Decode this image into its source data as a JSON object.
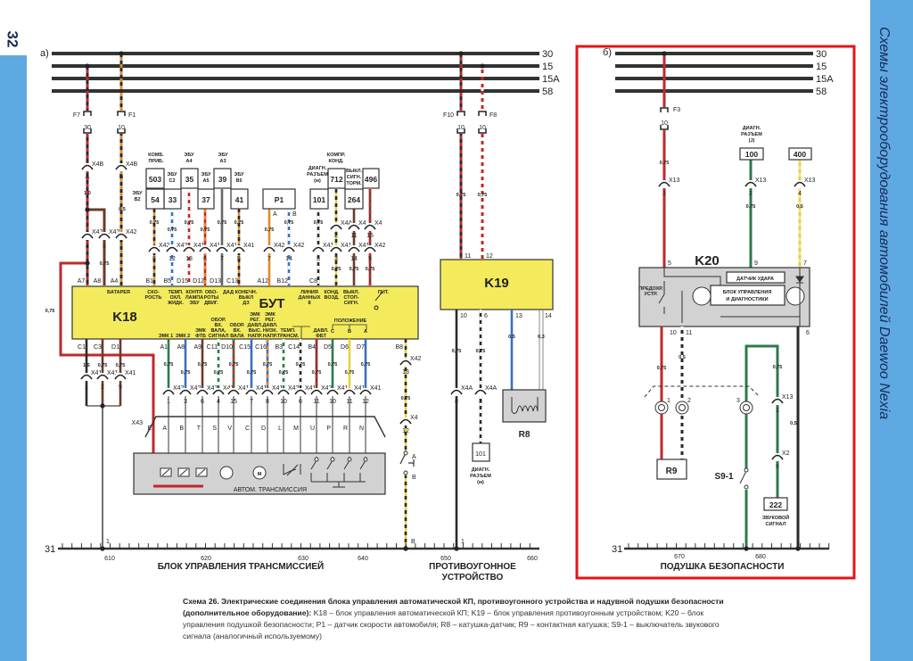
{
  "page": {
    "number": "32",
    "side_title": "Схемы электрооборудования автомобилей Daewoo Nexia"
  },
  "colors": {
    "red": "#c0282a",
    "dark": "#2a2a2a",
    "orange": "#e08a2a",
    "yellow": "#e6d23c",
    "blue": "#3a6fc0",
    "green": "#2f7a4a",
    "brown": "#6b3a2a",
    "k18_fill": "#f3eb5c",
    "gray_fill": "#d2d2d2",
    "frame": "#e3141b"
  },
  "a": {
    "marker": "а)",
    "buses": [
      "30",
      "15",
      "15А",
      "58"
    ],
    "ground": "31",
    "ground_ticks": [
      "610",
      "620",
      "630",
      "640",
      "650",
      "660"
    ],
    "fuses": [
      {
        "id": "F7",
        "rating": "30"
      },
      {
        "id": "F1",
        "rating": "10"
      },
      {
        "id": "F10",
        "rating": "10"
      },
      {
        "id": "F8",
        "rating": "10"
      }
    ],
    "x4b": [
      {
        "conn": "X4B",
        "pin": "A",
        "size": "1,0"
      },
      {
        "conn": "X4B",
        "pin": "B",
        "size": "0,5"
      }
    ],
    "x42_top": [
      {
        "conn": "X42",
        "pin": "4"
      },
      {
        "conn": "X42",
        "pin": "5",
        "size": "0,75"
      },
      {
        "conn": "X42",
        "pin": "2"
      }
    ],
    "modules": [
      {
        "id": "503",
        "cap": [
          "КОМБ.",
          "ПРИБ."
        ]
      },
      {
        "id": "33",
        "cap": [
          "ЭБУ",
          "С2"
        ]
      },
      {
        "id": "35",
        "cap": [
          "ЭБУ",
          "А4"
        ]
      },
      {
        "id": "37",
        "cap": [
          "ЭБУ",
          "А5"
        ]
      },
      {
        "id": "39",
        "cap": [
          "ЭБУ",
          "А3"
        ]
      },
      {
        "id": "41",
        "cap": [
          "ЭБУ",
          "В5"
        ]
      },
      {
        "id": "54",
        "cap": [
          "ЭБУ",
          "В2"
        ]
      },
      {
        "id": "P1",
        "cap": [
          "A",
          "B"
        ]
      },
      {
        "id": "101",
        "cap": [
          "ДИАГН.",
          "РАЗЪЕМ",
          "(м)"
        ]
      },
      {
        "id": "712",
        "cap": [
          "КОМПР.",
          "КОНД."
        ]
      },
      {
        "id": "264",
        "cap": [
          "ВЫКЛ.",
          "СИГН.",
          "ТОРМ."
        ]
      },
      {
        "id": "496",
        "cap": []
      }
    ],
    "top_wires": [
      {
        "size": "0,75",
        "conn": "X42",
        "pin": "8",
        "k18": "B1",
        "fn": [
          "СКО-",
          "РОСТЬ"
        ]
      },
      {
        "size": "0,75",
        "conn": "X42",
        "pin": "12",
        "k18": "B5",
        "fn": [
          "ТЕМП.",
          "ОХЛ.",
          "ЖИДК."
        ]
      },
      {
        "size": "0,75",
        "conn": "X41",
        "pin": "18",
        "k18": "D15",
        "fn": [
          "КОНТР.",
          "ЛАМПА",
          "ЭБУ"
        ]
      },
      {
        "size": "0,75",
        "conn": "X41",
        "pin": "6",
        "k18": "D12",
        "fn": [
          "ОБО-",
          "РОТЫ",
          "ДВИГ."
        ]
      },
      {
        "size": "0,75",
        "conn": "X41",
        "pin": "7",
        "k18": "D13",
        "fn": [
          "ДАД"
        ]
      },
      {
        "size": "0,75",
        "conn": "X41",
        "pin": "5",
        "k18": "C13",
        "fn": [
          "КОНЕЧН.",
          "ВЫКЛ",
          "ДЗ"
        ]
      },
      {
        "size": "0,75",
        "conn": "X42",
        "pin": "7",
        "k18": "A12",
        "fn": []
      },
      {
        "size": "0,75",
        "conn": "X42",
        "pin": "14",
        "k18": "B12",
        "fn": []
      },
      {
        "size": "0,75",
        "conn": "X41",
        "pin": "3",
        "k18": "C8",
        "fn": [
          "ЛИНИЯ",
          "ДАННЫХ",
          "8"
        ]
      },
      {
        "size": "0,75",
        "conn": "X41",
        "pin": "3",
        "conn2": "X4A",
        "pin2": "2",
        "fn": [
          "КОНД.",
          "ВОЗД."
        ]
      },
      {
        "size": "0,75",
        "conn": "X41",
        "pin": "14",
        "conn2": "X4",
        "pin2": "11",
        "fn": [
          "ВЫКЛ.",
          "СТОП-",
          "СИГН."
        ]
      },
      {
        "size": "0,75",
        "conn": "X42",
        "pin": "9",
        "conn2": "X4",
        "pin2": "15",
        "fn": [
          "ПИТ."
        ]
      }
    ],
    "k18": {
      "id": "K18",
      "title": "БУТ",
      "battery": "БАТАРЕЯ",
      "top_pins": [
        "A7",
        "A8",
        "A4"
      ],
      "left_bottom": [
        {
          "pin": "C1",
          "size": "1,5",
          "conn": "X41",
          "cpin": "1"
        },
        {
          "pin": "C3",
          "size": "0,75",
          "conn": "X41",
          "cpin": "2"
        },
        {
          "pin": "D1",
          "size": "0,75",
          "conn": "X41",
          "cpin": "9"
        }
      ],
      "bottom": [
        {
          "pin": "A1",
          "size": "0,75",
          "conn": "X42",
          "cpin": "1",
          "x43": "A",
          "fn": [
            "ЭМК 1"
          ]
        },
        {
          "pin": "A8",
          "size": "0,75",
          "conn": "X42",
          "cpin": "3",
          "x43": "B",
          "fn": [
            "ЭМК 2"
          ]
        },
        {
          "pin": "A9",
          "size": "0,75",
          "conn": "X42",
          "cpin": "6",
          "x43": "T",
          "fn": [
            "ЭМК",
            "ФТБ"
          ]
        },
        {
          "pin": "C11",
          "size": "0,75",
          "conn": "X41",
          "cpin": "4",
          "x43": "S",
          "fn": [
            "ОБОР.",
            "ВХ.",
            "ВАЛА,",
            "СИГНАЛ"
          ]
        },
        {
          "pin": "D10",
          "size": "0,75",
          "conn": "X41",
          "cpin": "15",
          "x43": "V",
          "fn": [
            "ОБОР.",
            "ВХ.",
            "ВАЛА"
          ]
        },
        {
          "pin": "C15",
          "size": "0,75",
          "conn": "X41",
          "cpin": "7",
          "x43": "C",
          "fn": [
            "ЭМК",
            "РЕГ.",
            "ДАВЛ.",
            "ВЫС.",
            "НАПР."
          ]
        },
        {
          "pin": "C16",
          "size": "0,75",
          "conn": "X41",
          "cpin": "8",
          "x43": "D",
          "fn": [
            "ЭМК",
            "РЕГ.",
            "ДАВЛ.",
            "НИЗК.",
            "НАПР."
          ]
        },
        {
          "pin": "B3",
          "size": "0,75",
          "conn": "X42",
          "cpin": "10",
          "x43": "L",
          "fn": [
            "ТЕМП.",
            "ТРАНСМ."
          ]
        },
        {
          "pin": "C14",
          "size": "0,75",
          "conn": "X41",
          "cpin": "6",
          "x43": "M",
          "fn": []
        },
        {
          "pin": "B4",
          "size": "0,75",
          "conn": "X42",
          "cpin": "11",
          "x43": "U",
          "fn": [
            "ДАВЛ.",
            "ФБТ"
          ]
        },
        {
          "pin": "D5",
          "size": "0,75",
          "conn": "X41",
          "cpin": "10",
          "x43": "P",
          "fn": [
            "C"
          ]
        },
        {
          "pin": "D6",
          "size": "0,75",
          "conn": "X41",
          "cpin": "11",
          "x43": "R",
          "fn": [
            "B"
          ]
        },
        {
          "pin": "D7",
          "size": "0,75",
          "conn": "X41",
          "cpin": "12",
          "x43": "N",
          "fn": [
            "A"
          ]
        }
      ],
      "position_label": "ПОЛОЖЕНИЕ",
      "b8": {
        "pin": "B8",
        "conn": "X42",
        "cpin": "13",
        "size": "0,75",
        "conn2": "X4",
        "cpin2": "12",
        "sw_a": "A",
        "sw_b": "B",
        "ground_pin": "B"
      },
      "ground_pin": "1",
      "red_size": "0,75"
    },
    "x43": {
      "id": "X43",
      "e": "E"
    },
    "transmission": {
      "label": "АВТОМ. ТРАНСМИССИЯ",
      "motor": "M"
    },
    "k19": {
      "id": "K19",
      "top_pins": [
        "11",
        "12"
      ],
      "size_top": "0,75",
      "bottom": [
        {
          "pin": "10",
          "size": "0,75",
          "conn": "X4A",
          "cpin": "8"
        },
        {
          "pin": "6",
          "size": "0,75",
          "conn": "X4A",
          "cpin": "3"
        },
        {
          "pin": "13",
          "size": "0,5"
        },
        {
          "pin": "14",
          "size": "0,3"
        }
      ],
      "r8": "R8",
      "diag_id": "101",
      "diag_cap": [
        "ДИАГН.",
        "РАЗЪЕМ",
        "(м)"
      ],
      "ground_pin": "1"
    },
    "title_trans": "БЛОК УПРАВЛЕНИЯ ТРАНСМИССИЕЙ",
    "title_anti": [
      "ПРОТИВОУГОННОЕ",
      "УСТРОЙСТВО"
    ]
  },
  "b": {
    "marker": "б)",
    "buses": [
      "30",
      "15",
      "15А",
      "58"
    ],
    "ground": "31",
    "ground_ticks": [
      "670",
      "680"
    ],
    "fuse": {
      "id": "F3",
      "rating": "10",
      "size": "0,75",
      "conn": "X13",
      "pin": "3"
    },
    "diag_cap": [
      "ДИАГН.",
      "РАЗЪЕМ",
      "(J)"
    ],
    "box100": "100",
    "box400": "400",
    "w100": {
      "conn": "X13",
      "pin": "2",
      "size": "0,75"
    },
    "w400": {
      "conn": "X13",
      "pin": "4",
      "size": "0,5"
    },
    "k20": {
      "id": "K20",
      "pins": [
        "5",
        "9",
        "7"
      ],
      "bottom_pins": [
        "10",
        "11",
        "6"
      ],
      "shock": "ДАТЧИК УДАРА",
      "ctrl": [
        "БЛОК УПРАВЛЕНИЯ",
        "И ДИАГНОСТИКИ"
      ],
      "fuse_dev": [
        "ПРЕДОХР.",
        "УСТР."
      ]
    },
    "sizes": {
      "r10": "0,75",
      "r11": "0,5",
      "green": "0,75",
      "w6": "0,5"
    },
    "coil_pins": [
      "1",
      "2",
      "3"
    ],
    "r9": "R9",
    "s9": "S9-1",
    "x13": {
      "conn": "X13",
      "pin": "1"
    },
    "x2": {
      "conn": "X2",
      "pin": "6"
    },
    "horn_id": "222",
    "horn_cap": [
      "ЗВУКОВОЙ",
      "СИГНАЛ"
    ],
    "title": "ПОДУШКА БЕЗОПАСНОСТИ"
  },
  "caption": {
    "bold": "Схема 26. Электрические соединения блока управления автоматической КП, противоугонного устройства и надувной подушки безопасности (дополнительное оборудование):",
    "text": " K18 – блок управления автоматической КП; K19 – блок управления противоугонным устройством; K20 – блок управления подушкой безопасности; P1 – датчик скорости автомобиля; R8 – катушка-датчик; R9 – контактная катушка; S9-1 – выключатель звукового сигнала (аналогичный используемому)"
  }
}
